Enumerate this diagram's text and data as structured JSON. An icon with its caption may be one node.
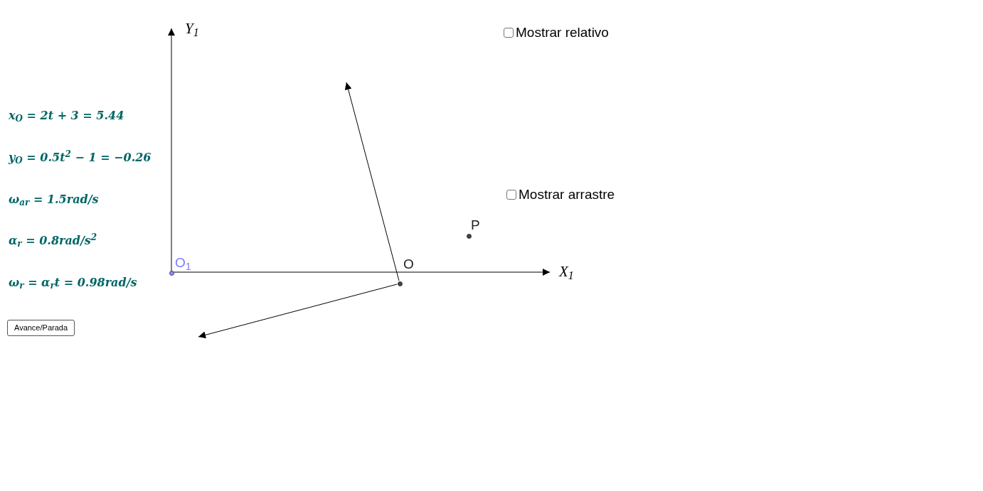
{
  "diagram": {
    "nodes": [
      {
        "text": [
          "O$_{1}$"
        ]
      },
      {
        "text": [
          "O"
        ]
      },
      {
        "text": [
          "P"
        ]
      }
    ],
    "edges": [
      {
        "from": 1,
        "to": null,
        "arrow": "to"
      },
      {
        "from": 1,
        "to": null,
        "arrow": "to"
      }
    ],
    "labels": [
      "Y$_{1}$",
      "X$_{1}$",
      "Mostrar relativo",
      "Mostrar arrastre",
      "x$_{O}$ = 2t + 3 = 5.44",
      "y$_{O}$ = 0.5t$^{2}$ − 1 = −0.26",
      "ω$_{ar}$ = 1.5rad/s",
      "α$_{r}$ = 0.8rad/s$^{2}$",
      "ω$_{r}$ = α$_{r}$t = 0.98rad/s",
      "Avance/Parada"
    ]
  }
}
